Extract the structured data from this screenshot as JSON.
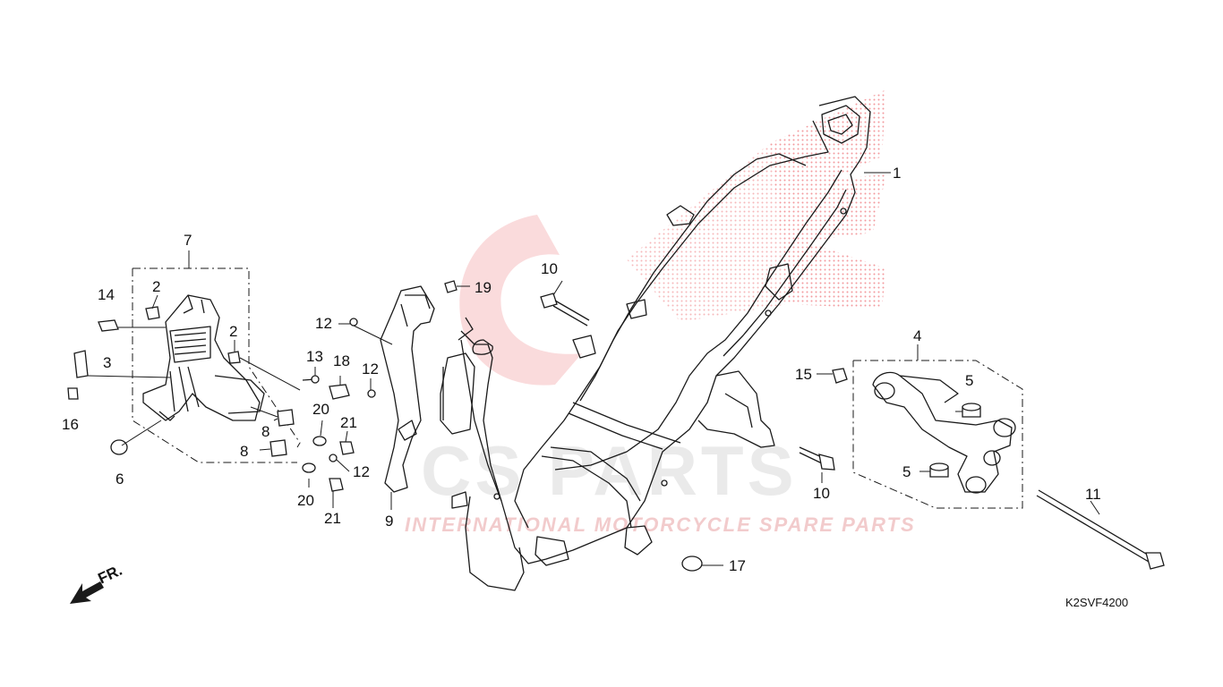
{
  "diagram_code": "K2SVF4200",
  "direction_label": "FR.",
  "watermark": {
    "brand": "CS PARTS",
    "tagline": "INTERNATIONAL MOTORCYCLE SPARE PARTS",
    "color": "#e8474c"
  },
  "callouts": [
    {
      "id": "c1",
      "label": "1"
    },
    {
      "id": "c2a",
      "label": "2"
    },
    {
      "id": "c2b",
      "label": "2"
    },
    {
      "id": "c3",
      "label": "3"
    },
    {
      "id": "c4",
      "label": "4"
    },
    {
      "id": "c5a",
      "label": "5"
    },
    {
      "id": "c5b",
      "label": "5"
    },
    {
      "id": "c6",
      "label": "6"
    },
    {
      "id": "c7",
      "label": "7"
    },
    {
      "id": "c8a",
      "label": "8"
    },
    {
      "id": "c8b",
      "label": "8"
    },
    {
      "id": "c9",
      "label": "9"
    },
    {
      "id": "c10a",
      "label": "10"
    },
    {
      "id": "c10b",
      "label": "10"
    },
    {
      "id": "c11",
      "label": "11"
    },
    {
      "id": "c12a",
      "label": "12"
    },
    {
      "id": "c12b",
      "label": "12"
    },
    {
      "id": "c12c",
      "label": "12"
    },
    {
      "id": "c13",
      "label": "13"
    },
    {
      "id": "c14",
      "label": "14"
    },
    {
      "id": "c15",
      "label": "15"
    },
    {
      "id": "c16",
      "label": "16"
    },
    {
      "id": "c17",
      "label": "17"
    },
    {
      "id": "c18",
      "label": "18"
    },
    {
      "id": "c19",
      "label": "19"
    },
    {
      "id": "c20a",
      "label": "20"
    },
    {
      "id": "c20b",
      "label": "20"
    },
    {
      "id": "c21a",
      "label": "21"
    },
    {
      "id": "c21b",
      "label": "21"
    }
  ]
}
